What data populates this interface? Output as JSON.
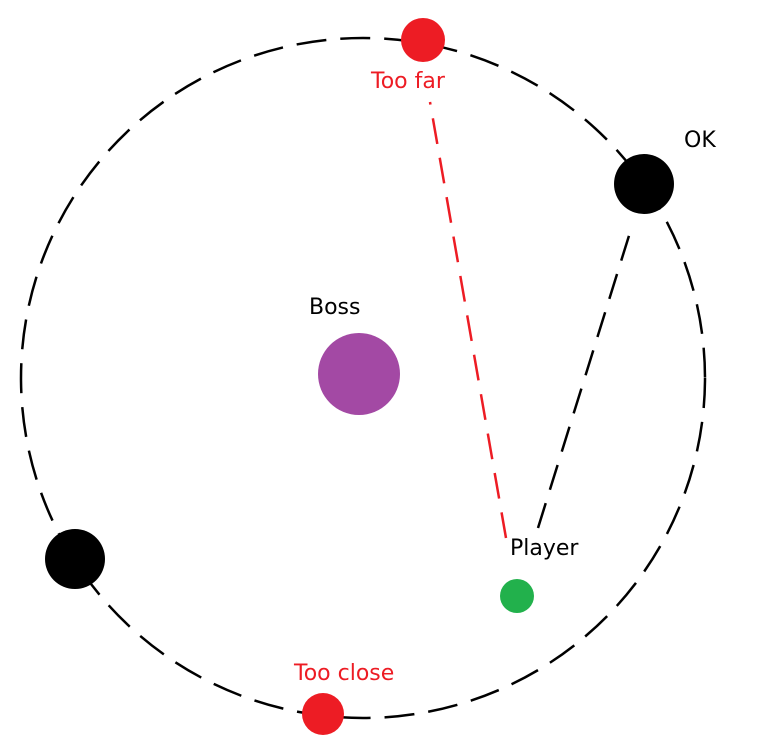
{
  "labels": {
    "too_far": "Too far",
    "ok": "OK",
    "boss": "Boss",
    "player": "Player",
    "too_close": "Too close"
  },
  "colors": {
    "warning": "#ed1c24",
    "ok_marker": "#000000",
    "boss": "#a349a4",
    "player": "#22b14c",
    "ring": "#000000",
    "label": "#000000"
  }
}
